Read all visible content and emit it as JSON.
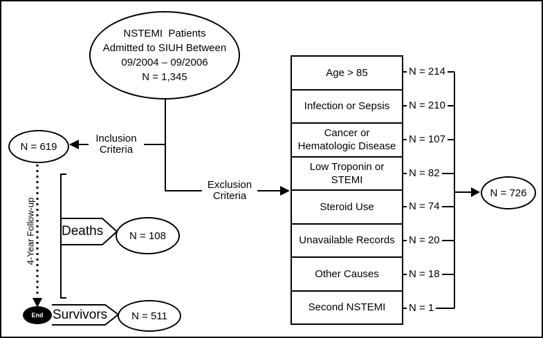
{
  "colors": {
    "line": "#000000",
    "background": "#ffffff",
    "end_node_fill": "#000000",
    "end_node_text": "#ffffff"
  },
  "top_node": {
    "text": "NSTEMI  Patients\nAdmitted to SIUH Between\n09/2004 – 09/2006\nN = 1,345"
  },
  "inclusion": {
    "label": "Inclusion\nCriteria",
    "n": "N = 619"
  },
  "exclusion": {
    "label": "Exclusion\nCriteria",
    "n_total": "N = 726",
    "reasons": [
      {
        "label": "Age > 85",
        "n": "N = 214"
      },
      {
        "label": "Infection or Sepsis",
        "n": "N = 210"
      },
      {
        "label": "Cancer or\nHematologic Disease",
        "n": "N = 107"
      },
      {
        "label": "Low Troponin or\nSTEMI",
        "n": "N = 82"
      },
      {
        "label": "Steroid Use",
        "n": "N = 74"
      },
      {
        "label": "Unavailable Records",
        "n": "N = 20"
      },
      {
        "label": "Other Causes",
        "n": "N = 18"
      },
      {
        "label": "Second NSTEMI",
        "n": "N = 1"
      }
    ]
  },
  "followup": {
    "label": "4-Year Follow-up",
    "deaths": {
      "label": "Deaths",
      "n": "N = 108"
    },
    "survivors": {
      "label": "Survivors",
      "n": "N = 511"
    },
    "end_label": "End"
  }
}
